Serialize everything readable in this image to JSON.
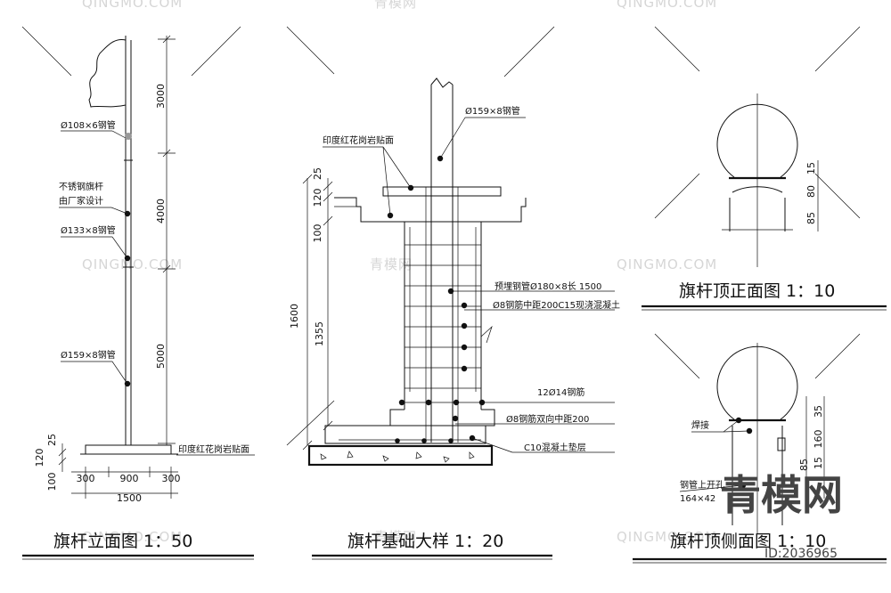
{
  "elevation": {
    "title": "旗杆立面图  1：50",
    "dims_vertical": [
      "3000",
      "4000",
      "5000"
    ],
    "dims_base": [
      "120",
      "100",
      "25"
    ],
    "dims_horizontal": [
      "300",
      "900",
      "300",
      "1500"
    ],
    "labels": {
      "pipe_top": "Ø108×6钢管",
      "stainless_1": "不锈钢旗杆",
      "stainless_2": "由厂家设计",
      "pipe_mid": "Ø133×8钢管",
      "pipe_bottom": "Ø159×8钢管",
      "granite": "印度红花岗岩贴面"
    }
  },
  "foundation": {
    "title": "旗杆基础大样  1：20",
    "dims": [
      "25",
      "120",
      "100",
      "1600",
      "1355"
    ],
    "labels": {
      "granite": "印度红花岗岩贴面",
      "pipe": "Ø159×8钢管",
      "embedded": "预埋钢管Ø180×8长 1500",
      "rebar_c15": "Ø8钢筋中距200C15现浇混凝土",
      "rebar_12": "12Ø14钢筋",
      "rebar_bi": "Ø8钢筋双向中距200",
      "c10": "C10混凝土垫层"
    }
  },
  "top_front": {
    "title": "旗杆顶正面图  1：10",
    "dims": [
      "15",
      "80",
      "85"
    ]
  },
  "top_side": {
    "title": "旗杆顶侧面图  1：10",
    "dims": [
      "35",
      "160",
      "85",
      "15"
    ],
    "labels": {
      "weld": "焊接",
      "slot_1": "钢管上开孔",
      "slot_2": "164×42"
    }
  },
  "watermarks": [
    "QINGMO.COM",
    "青模网"
  ],
  "brand": "青模网",
  "file_id": "ID:2036965"
}
